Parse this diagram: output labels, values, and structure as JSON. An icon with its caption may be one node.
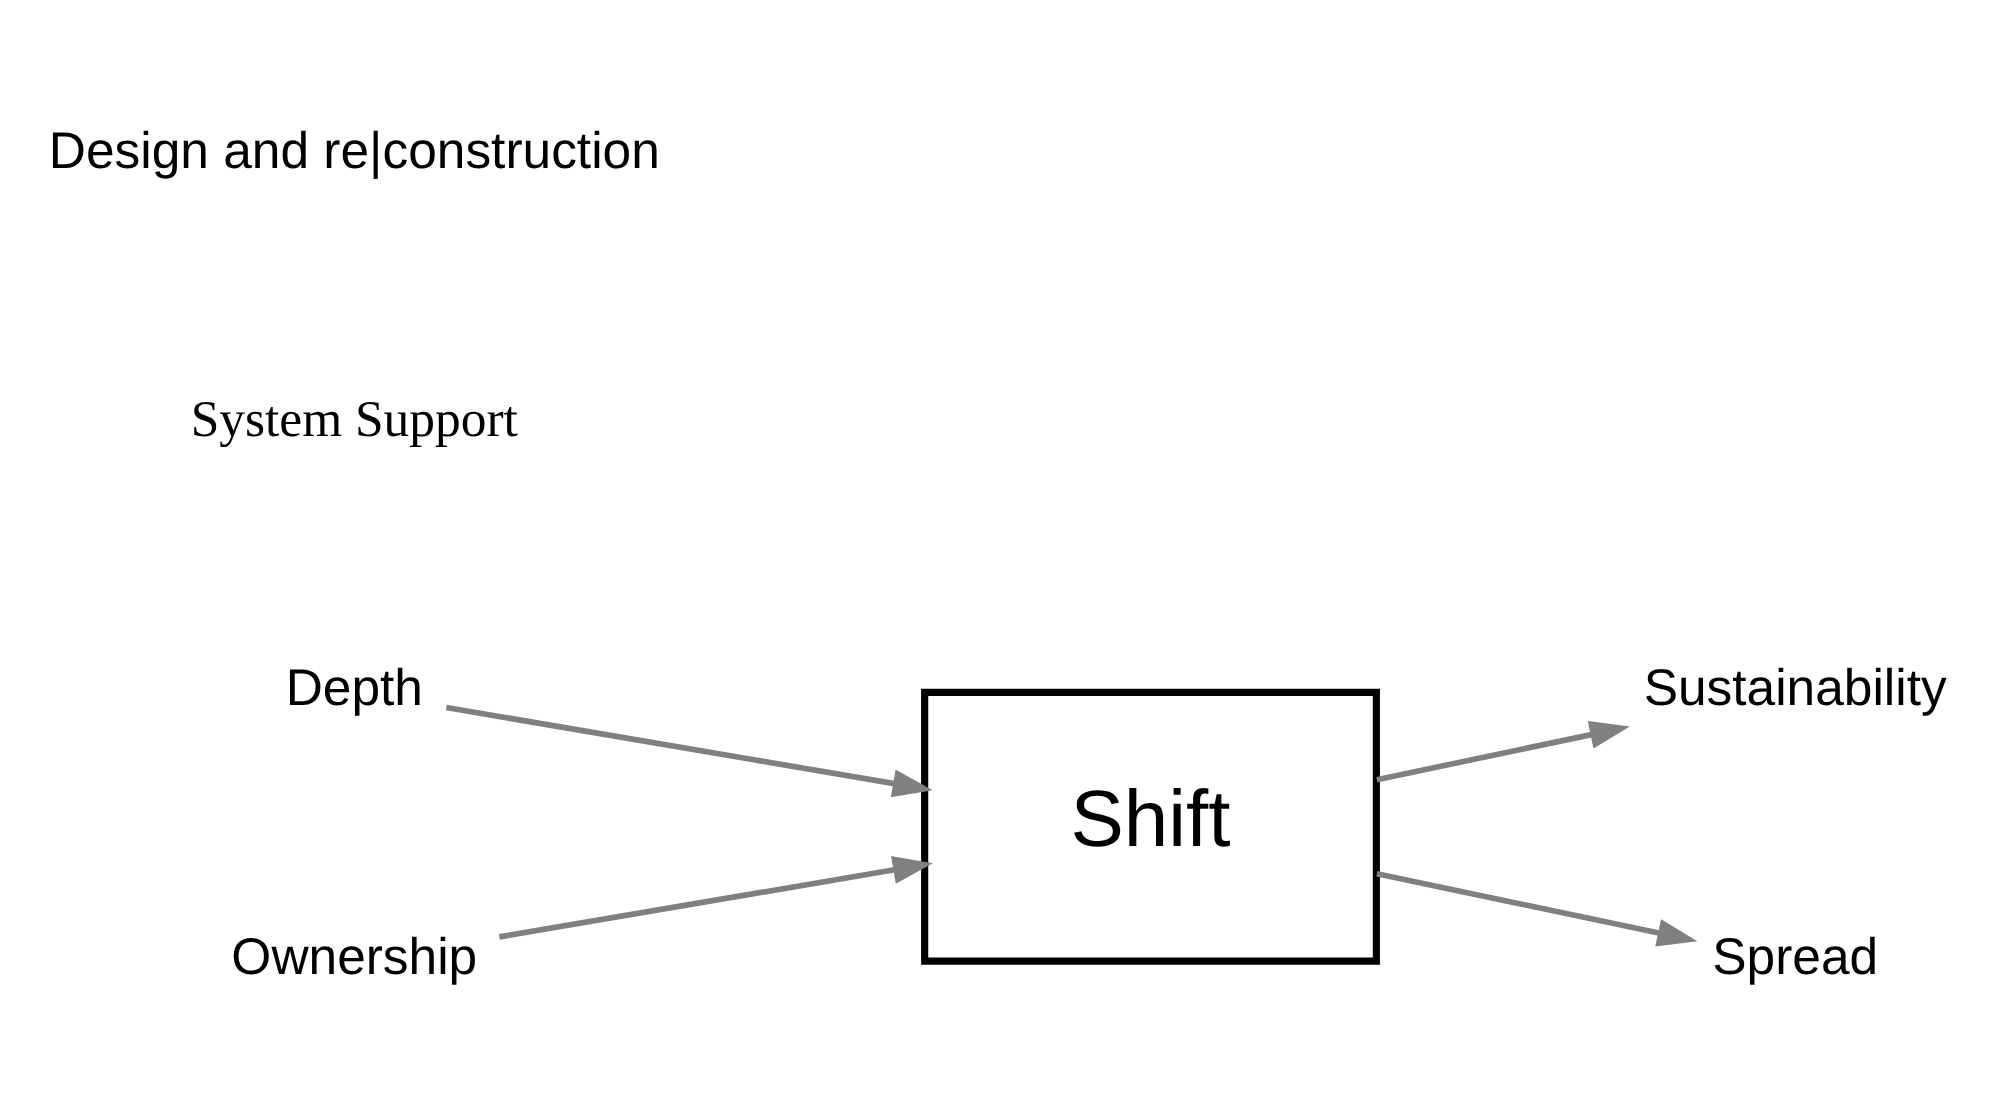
{
  "diagram": {
    "nodes": [
      {
        "text": [
          "Depth"
        ]
      },
      {
        "text": [
          "Ownership"
        ]
      },
      {
        "text": [
          "Shift"
        ]
      },
      {
        "text": [
          "Sustainability"
        ]
      },
      {
        "text": [
          "Spread"
        ]
      }
    ],
    "edges": [
      {
        "from": 0,
        "to": 2,
        "arrow": "to"
      },
      {
        "from": 1,
        "to": 2,
        "arrow": "to"
      },
      {
        "from": 2,
        "to": 3,
        "arrow": "to"
      },
      {
        "from": 2,
        "to": 4,
        "arrow": "to"
      }
    ],
    "labels": [
      "Design and re|construction",
      "System Support"
    ]
  }
}
